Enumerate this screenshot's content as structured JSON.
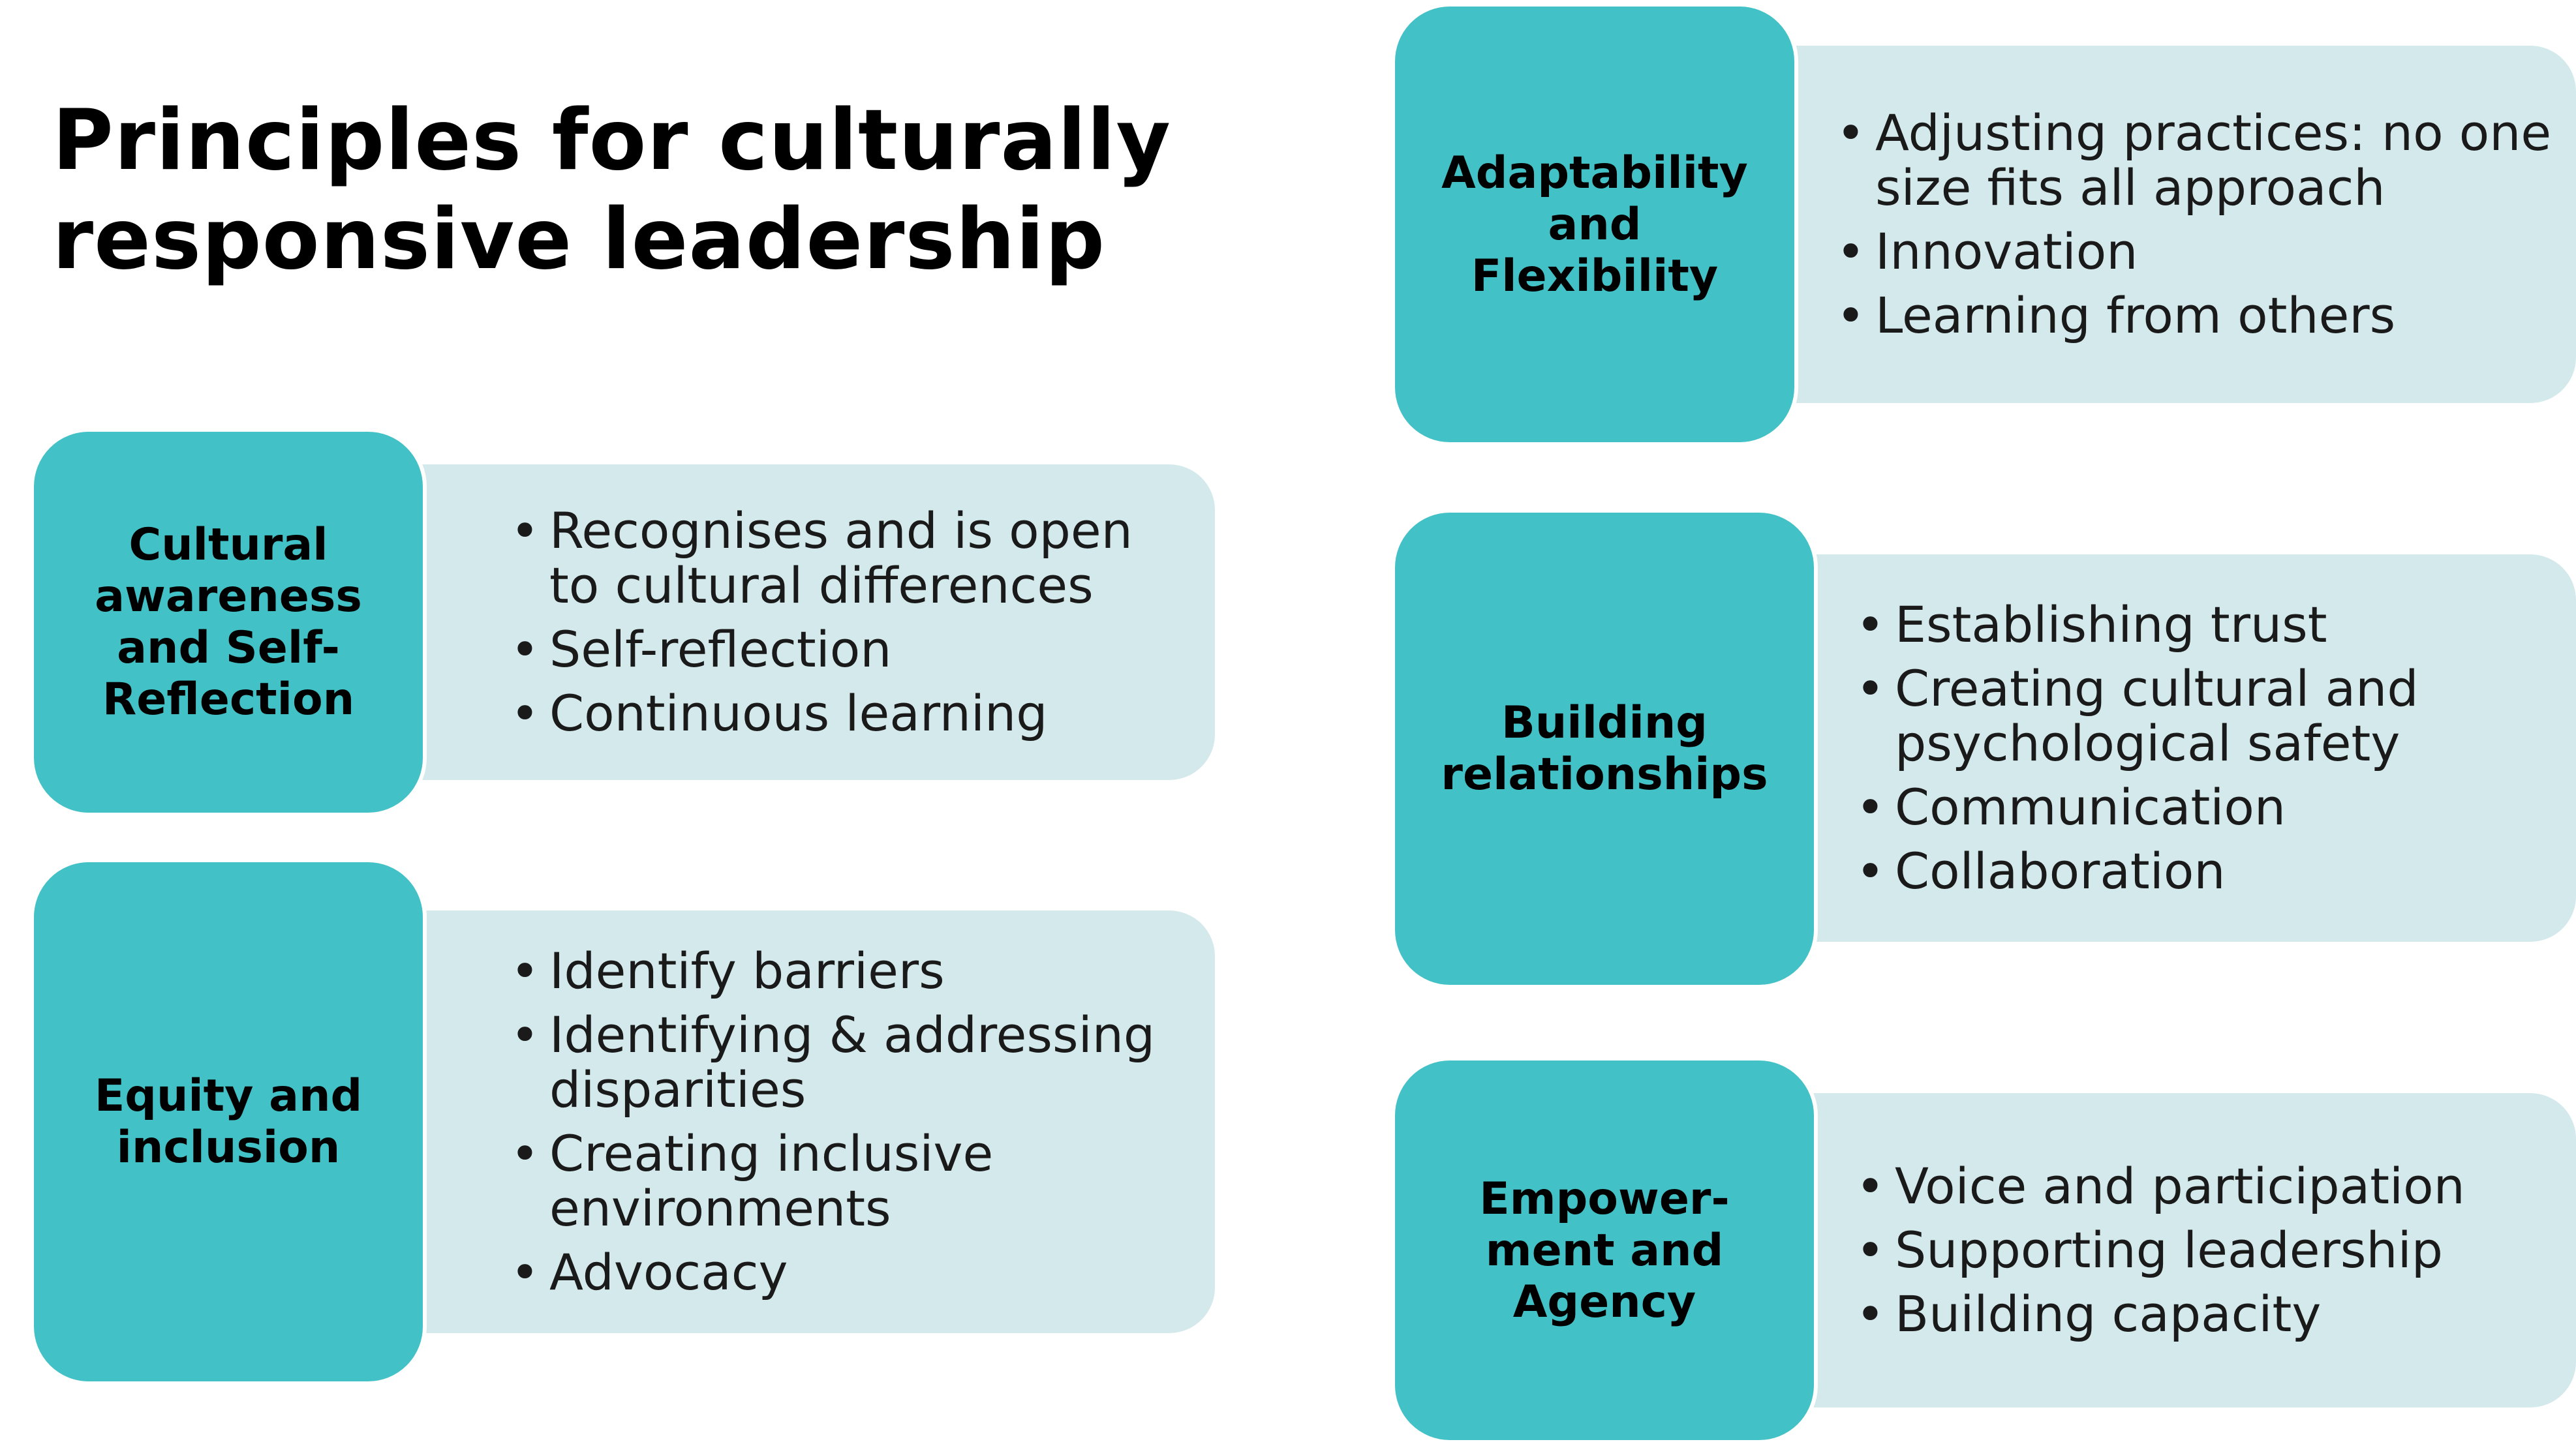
{
  "title": {
    "line1": "Principles for culturally",
    "line2": "responsive leadership"
  },
  "principles": [
    {
      "label": "Cultural\nawareness\nand Self-\nReflection",
      "points": [
        "Recognises and is open to cultural differences",
        "Self-reflection",
        "Continuous learning"
      ]
    },
    {
      "label": "Equity and\ninclusion",
      "points": [
        "Identify barriers",
        "Identifying & addressing disparities",
        "Creating inclusive environments",
        "Advocacy"
      ]
    },
    {
      "label": "Adaptability\nand\nFlexibility",
      "points": [
        "Adjusting practices: no one size fits all approach",
        "Innovation",
        "Learning from others"
      ]
    },
    {
      "label": "Building\nrelationships",
      "points": [
        "Establishing trust",
        "Creating cultural and psychological safety",
        "Communication",
        "Collaboration"
      ]
    },
    {
      "label": "Empower-\nment and\nAgency",
      "points": [
        "Voice and participation",
        "Supporting leadership",
        "Building capacity"
      ]
    }
  ],
  "colors": {
    "label_fill": "#42c1c7",
    "detail_fill": "#d4e9eb",
    "text": "#000000"
  }
}
